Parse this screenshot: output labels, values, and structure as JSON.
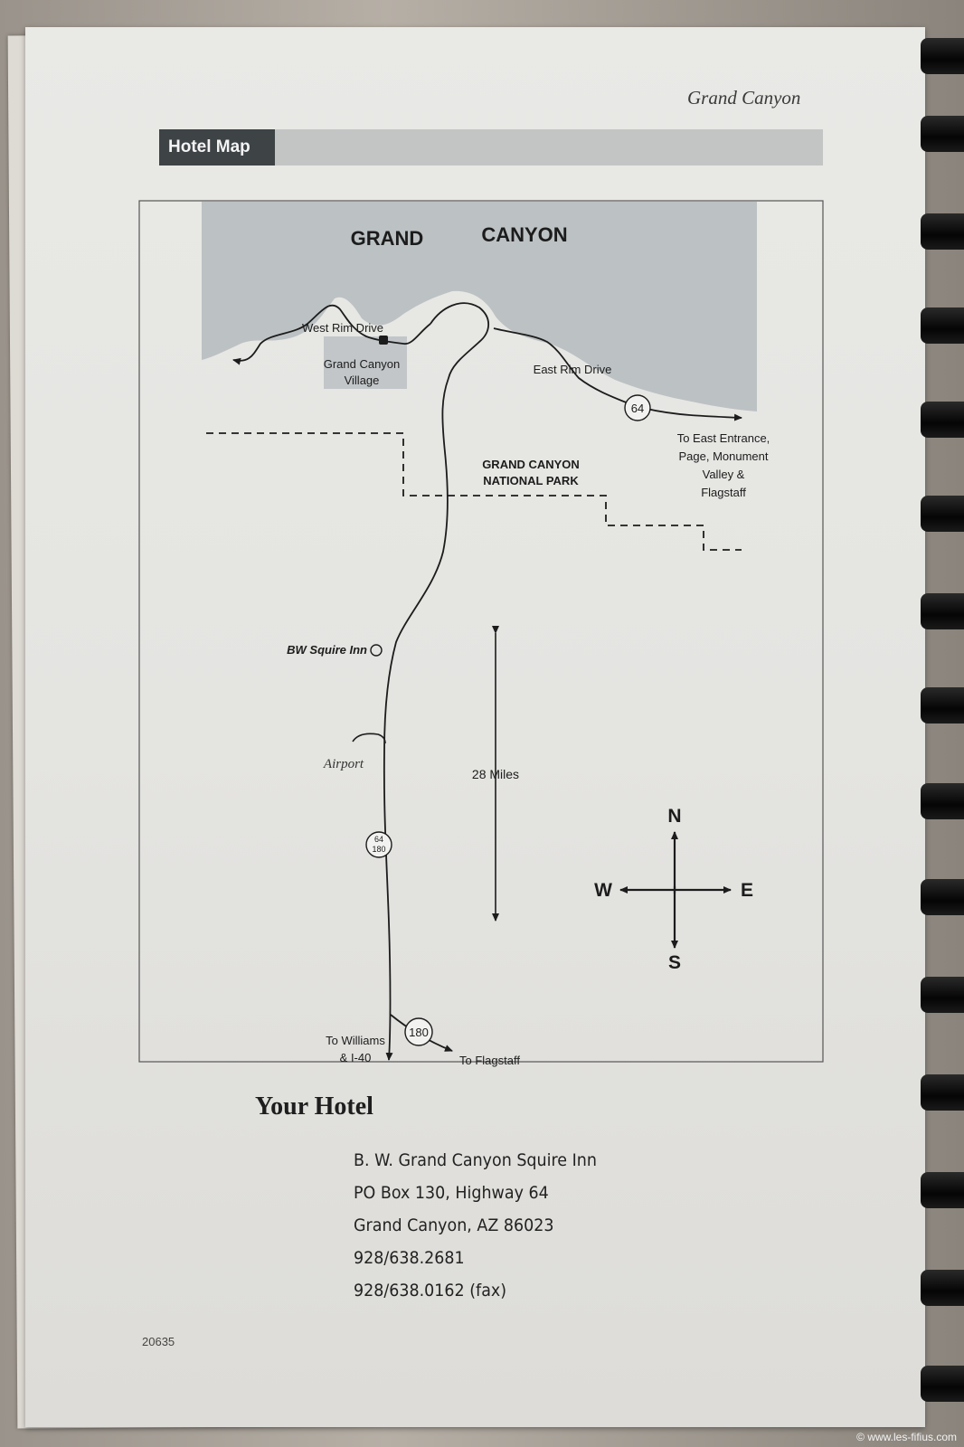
{
  "page": {
    "running_head": "Grand Canyon",
    "section_label": "Hotel Map",
    "page_code": "20635"
  },
  "map": {
    "title_left": "GRAND",
    "title_right": "CANYON",
    "labels": {
      "west_rim_drive": "West Rim Drive",
      "village_line1": "Grand Canyon",
      "village_line2": "Village",
      "east_rim_drive": "East Rim Drive",
      "east_entrance_line1": "To East Entrance,",
      "east_entrance_line2": "Page, Monument",
      "east_entrance_line3": "Valley &",
      "east_entrance_line4": "Flagstaff",
      "park_line1": "GRAND CANYON",
      "park_line2": "NATIONAL PARK",
      "hotel": "BW Squire Inn",
      "airport": "Airport",
      "distance": "28 Miles",
      "williams_line1": "To Williams",
      "williams_line2": "& I-40",
      "flagstaff": "To Flagstaff"
    },
    "route_shields": {
      "east_rim": "64",
      "main_top": "64",
      "main_bottom": "180",
      "flagstaff": "180"
    },
    "compass": {
      "north": "N",
      "south": "S",
      "east": "E",
      "west": "W"
    },
    "colors": {
      "canyon": "#bcc1c3",
      "ink": "#1c1c1c",
      "village": "#c2c6c8"
    }
  },
  "hotel": {
    "heading": "Your Hotel",
    "address_lines": [
      "B. W.  Grand Canyon Squire  Inn",
      "PO Box 130,  Highway 64",
      "Grand Canyon, AZ 86023",
      "928/638.2681",
      "928/638.0162 (fax)"
    ]
  },
  "watermark": "© www.les-fifius.com"
}
